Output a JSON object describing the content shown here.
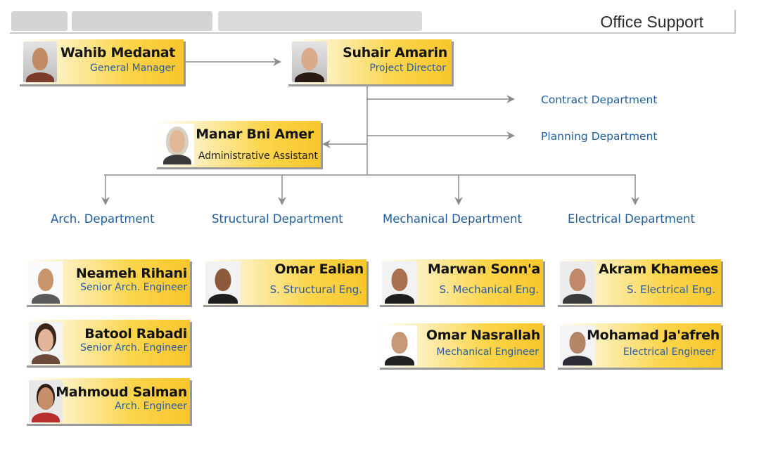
{
  "header": {
    "title": "Office Support"
  },
  "people": {
    "general_manager": {
      "name": "Wahib Medanat",
      "role": "General Manager"
    },
    "project_director": {
      "name": "Suhair Amarin",
      "role": "Project Director"
    },
    "admin_assistant": {
      "name": "Manar Bni Amer",
      "role": "Administrative Assistant"
    },
    "arch": [
      {
        "name": "Neameh Rihani",
        "role": "Senior Arch. Engineer"
      },
      {
        "name": "Batool Rabadi",
        "role": "Senior Arch. Engineer"
      },
      {
        "name": "Mahmoud Salman",
        "role": "Arch. Engineer"
      }
    ],
    "structural": [
      {
        "name": "Omar Ealian",
        "role": "S. Structural Eng."
      }
    ],
    "mechanical": [
      {
        "name": "Marwan Sonn'a",
        "role": "S. Mechanical Eng."
      },
      {
        "name": "Omar Nasrallah",
        "role": "Mechanical Engineer"
      }
    ],
    "electrical": [
      {
        "name": "Akram Khamees",
        "role": "S. Electrical Eng."
      },
      {
        "name": "Mohamad Ja'afreh",
        "role": "Electrical Engineer"
      }
    ]
  },
  "departments": {
    "contract": "Contract Department",
    "planning": "Planning Department",
    "arch": "Arch. Department",
    "structural": "Structural Department",
    "mechanical": "Mechanical Department",
    "electrical": "Electrical Department"
  },
  "colors": {
    "card_accent": "#f8c62b",
    "department_text": "#1f5d9c",
    "role_text": "#2d5aa0",
    "connector": "#8c8c8c"
  }
}
